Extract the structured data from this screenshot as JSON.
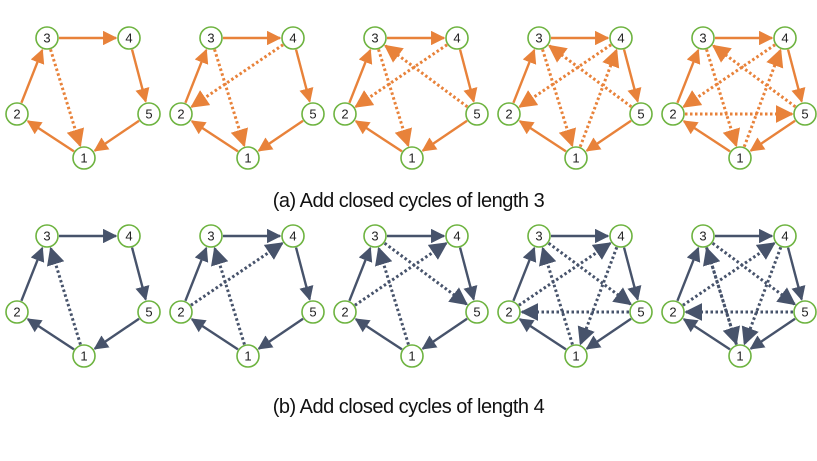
{
  "captions": {
    "a": "(a) Add closed cycles of length 3",
    "b": "(b) Add closed cycles of length 4"
  },
  "colors": {
    "row_a_edge": "#E8823A",
    "row_b_edge": "#47536B",
    "node_stroke": "#6DB33F",
    "node_fill": "#ffffff",
    "node_text": "#222222"
  },
  "node_labels": [
    "1",
    "2",
    "3",
    "4",
    "5"
  ],
  "cycle_edges": [
    [
      1,
      2
    ],
    [
      2,
      3
    ],
    [
      3,
      4
    ],
    [
      4,
      5
    ],
    [
      5,
      1
    ]
  ],
  "rows": [
    {
      "name": "row-a",
      "color_key": "row_a_edge",
      "graphs": [
        {
          "added_edges": [
            [
              3,
              1
            ]
          ]
        },
        {
          "added_edges": [
            [
              3,
              1
            ],
            [
              4,
              2
            ]
          ]
        },
        {
          "added_edges": [
            [
              3,
              1
            ],
            [
              4,
              2
            ],
            [
              5,
              3
            ]
          ]
        },
        {
          "added_edges": [
            [
              3,
              1
            ],
            [
              4,
              2
            ],
            [
              5,
              3
            ],
            [
              1,
              4
            ]
          ]
        },
        {
          "added_edges": [
            [
              3,
              1
            ],
            [
              4,
              2
            ],
            [
              5,
              3
            ],
            [
              1,
              4
            ],
            [
              2,
              5
            ]
          ]
        }
      ]
    },
    {
      "name": "row-b",
      "color_key": "row_b_edge",
      "graphs": [
        {
          "added_edges": [
            [
              1,
              3
            ]
          ]
        },
        {
          "added_edges": [
            [
              1,
              3
            ],
            [
              2,
              4
            ]
          ]
        },
        {
          "added_edges": [
            [
              1,
              3
            ],
            [
              2,
              4
            ],
            [
              3,
              5
            ]
          ]
        },
        {
          "added_edges": [
            [
              1,
              3
            ],
            [
              2,
              4
            ],
            [
              3,
              5
            ],
            [
              4,
              1
            ],
            [
              5,
              2
            ]
          ]
        },
        {
          "added_edges": [
            [
              1,
              3
            ],
            [
              2,
              4
            ],
            [
              3,
              5
            ],
            [
              4,
              1
            ],
            [
              5,
              2
            ],
            [
              3,
              1
            ]
          ]
        }
      ]
    }
  ]
}
